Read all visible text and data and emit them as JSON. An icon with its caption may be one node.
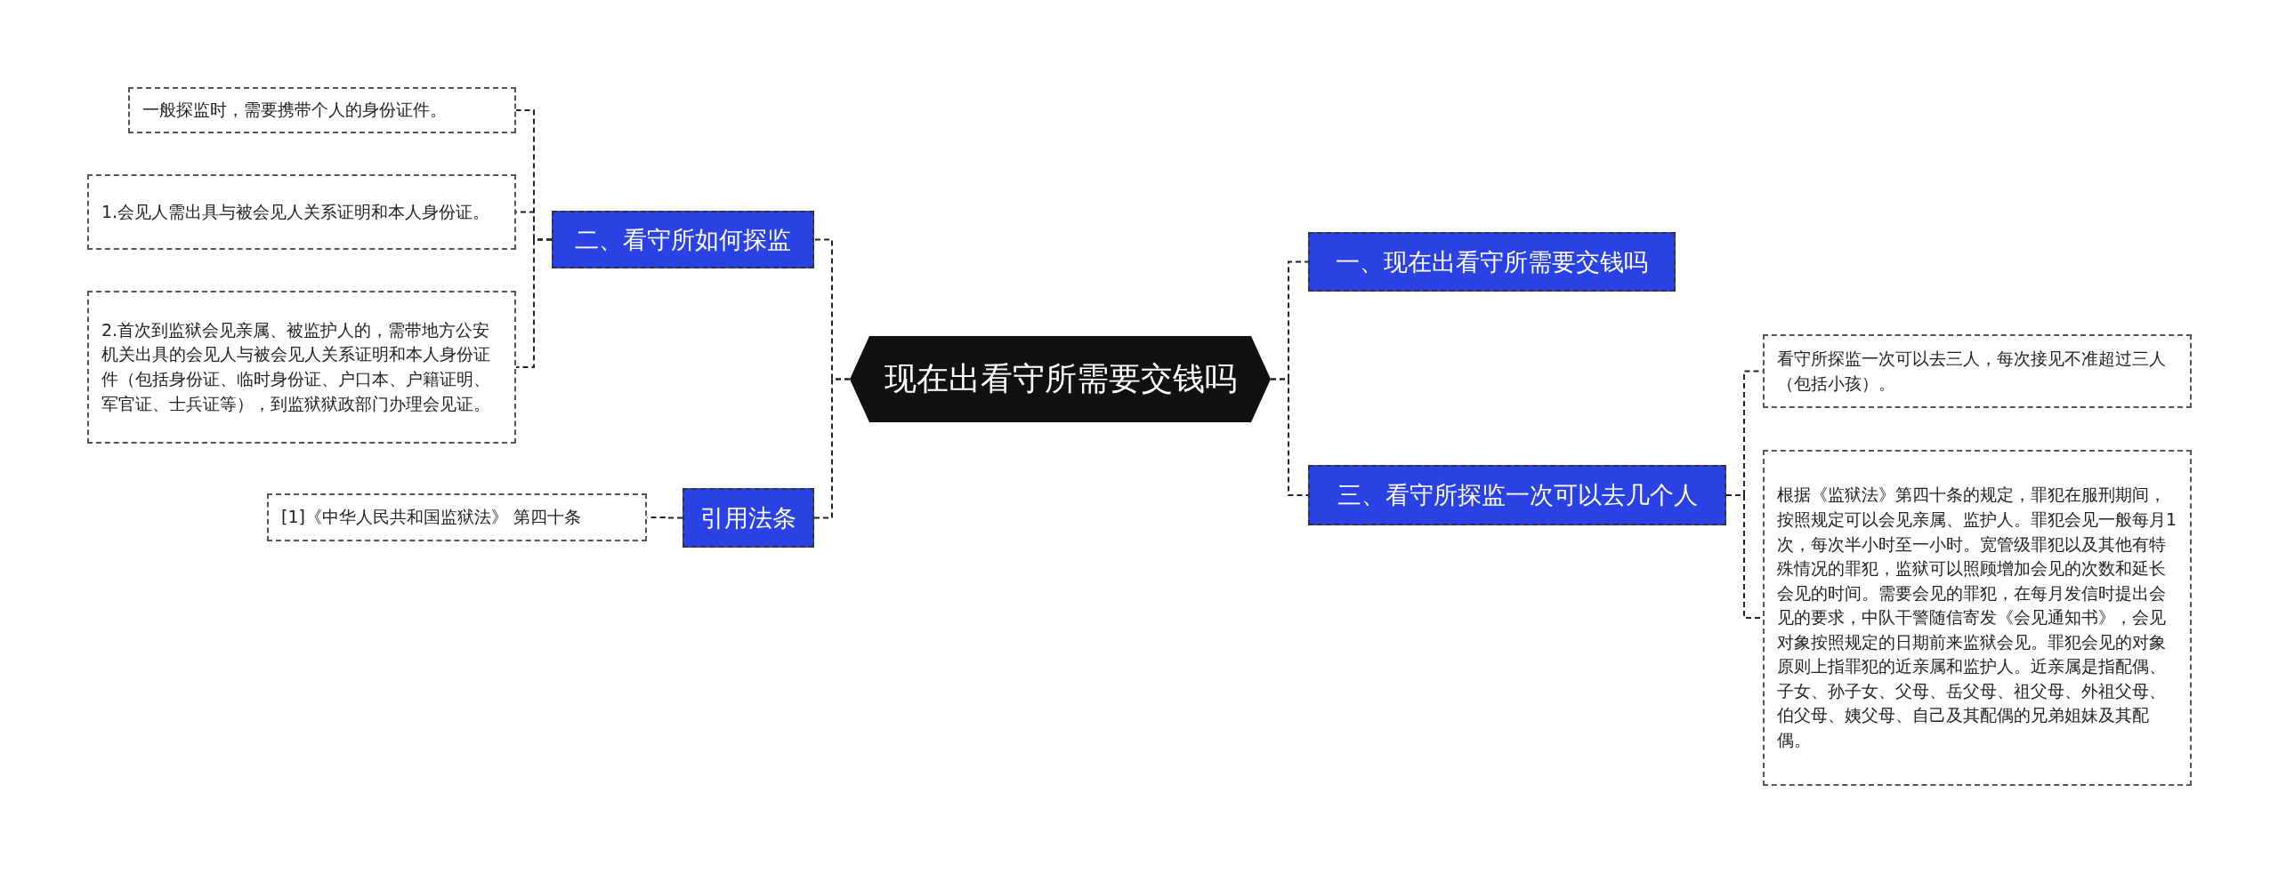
{
  "diagram": {
    "nodes": [
      {
        "text": [
          "现在出看守所需要交钱吗"
        ]
      },
      {
        "text": [
          "二、看守所如何探监"
        ]
      },
      {
        "text": [
          "一般探监时，需要携带个人的身份证件。"
        ]
      },
      {
        "text": [
          "1.会见人需出具与被会见人关系证明和本人身份证。"
        ]
      },
      {
        "text": [
          "2.首次到监狱会见亲属、被监护人的，需带地方公安机关出具的会见人与被会见人关系证明和本人身份证件（包括身份证、临时身份证、户口本、户籍证明、军官证、士兵证等），到监狱狱政部门办理会见证。"
        ]
      },
      {
        "text": [
          "引用法条"
        ]
      },
      {
        "text": [
          "[1]《中华人民共和国监狱法》 第四十条"
        ]
      },
      {
        "text": [
          "一、现在出看守所需要交钱吗"
        ]
      },
      {
        "text": [
          "三、看守所探监一次可以去几个人"
        ]
      },
      {
        "text": [
          "看守所探监一次可以去三人，每次接见不准超过三人（包括小孩）。"
        ]
      },
      {
        "text": [
          "根据《监狱法》第四十条的规定，罪犯在服刑期间，按照规定可以会见亲属、监护人。罪犯会见一般每月1次，每次半小时至一小时。宽管级罪犯以及其他有特殊情况的罪犯，监狱可以照顾增加会见的次数和延长会见的时间。需要会见的罪犯，在每月发信时提出会见的要求，中队干警随信寄发《会见通知书》，会见对象按照规定的日期前来监狱会见。罪犯会见的对象原则上指罪犯的近亲属和监护人。近亲属是指配偶、子女、孙子女、父母、岳父母、祖父母、外祖父母、伯父母、姨父母、自己及其配偶的兄弟姐妹及其配偶。"
        ]
      }
    ],
    "edges": [
      {
        "from": 0,
        "to": 1,
        "arrow": "none"
      },
      {
        "from": 1,
        "to": 2,
        "arrow": "none"
      },
      {
        "from": 1,
        "to": 3,
        "arrow": "none"
      },
      {
        "from": 1,
        "to": 4,
        "arrow": "none"
      },
      {
        "from": 0,
        "to": 5,
        "arrow": "none"
      },
      {
        "from": 5,
        "to": 6,
        "arrow": "none"
      },
      {
        "from": 0,
        "to": 7,
        "arrow": "none"
      },
      {
        "from": 0,
        "to": 8,
        "arrow": "none"
      },
      {
        "from": 8,
        "to": 9,
        "arrow": "none"
      },
      {
        "from": 8,
        "to": 10,
        "arrow": "none"
      }
    ]
  }
}
